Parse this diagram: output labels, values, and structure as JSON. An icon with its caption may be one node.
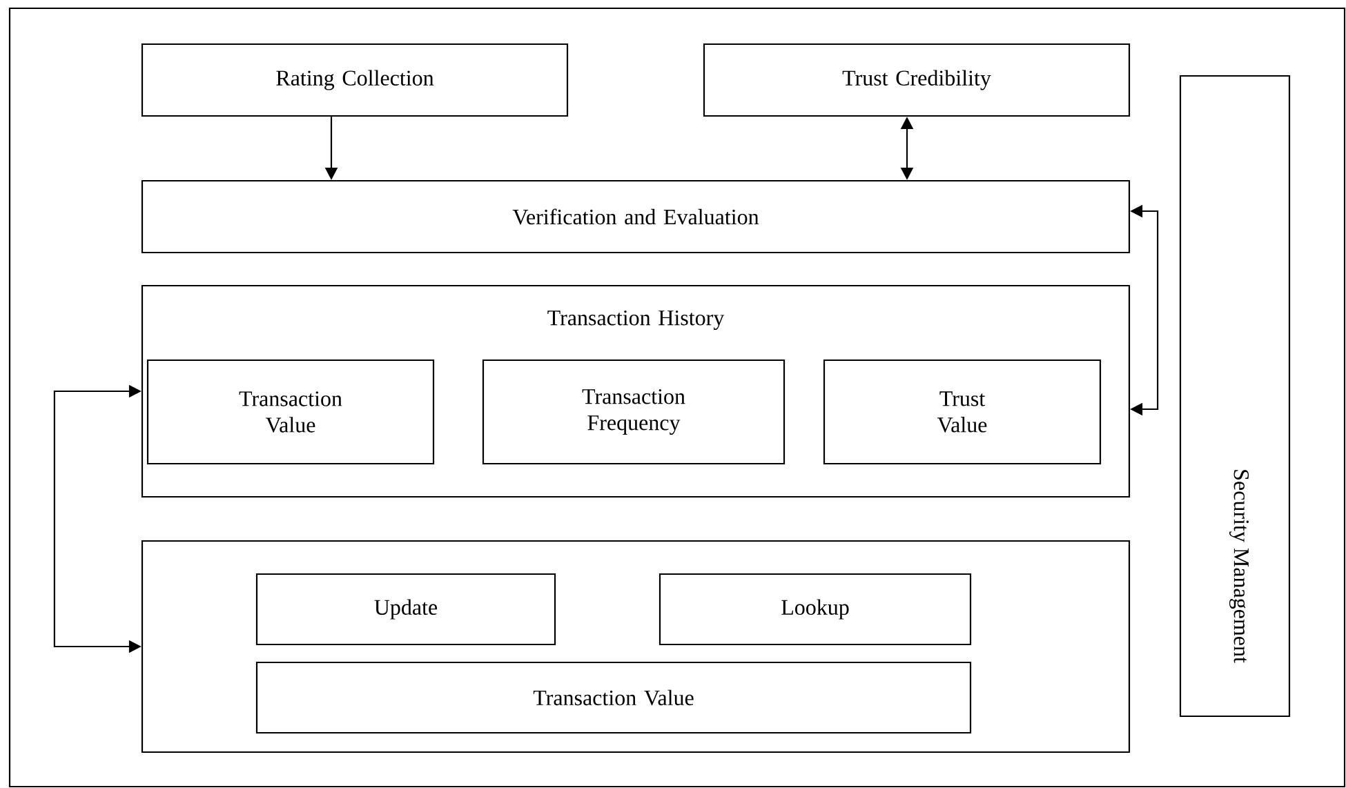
{
  "diagram": {
    "nodes": [
      {
        "text": [
          "Rating Collection"
        ]
      },
      {
        "text": [
          "Trust Credibility"
        ]
      },
      {
        "text": [
          "Verification and Evaluation"
        ]
      },
      {
        "text": [
          "Transaction History"
        ]
      },
      {
        "text": [
          "Transaction Value"
        ],
        "in": 3
      },
      {
        "text": [
          "Transaction Frequency"
        ],
        "in": 3
      },
      {
        "text": [
          "Trust Value"
        ],
        "in": 3
      },
      {
        "text": [],
        "shape": "box"
      },
      {
        "text": [
          "Update"
        ],
        "in": 7
      },
      {
        "text": [
          "Lookup"
        ],
        "in": 7
      },
      {
        "text": [
          "Transaction Value"
        ],
        "in": 7
      },
      {
        "text": [
          "Security Management"
        ]
      }
    ],
    "edges": [
      {
        "from": 0,
        "to": 2,
        "arrow": "to"
      },
      {
        "from": 1,
        "to": 2,
        "arrow": "both"
      },
      {
        "from": 2,
        "to": 3,
        "arrow": "both"
      },
      {
        "from": 3,
        "to": 7,
        "arrow": "both"
      }
    ]
  }
}
